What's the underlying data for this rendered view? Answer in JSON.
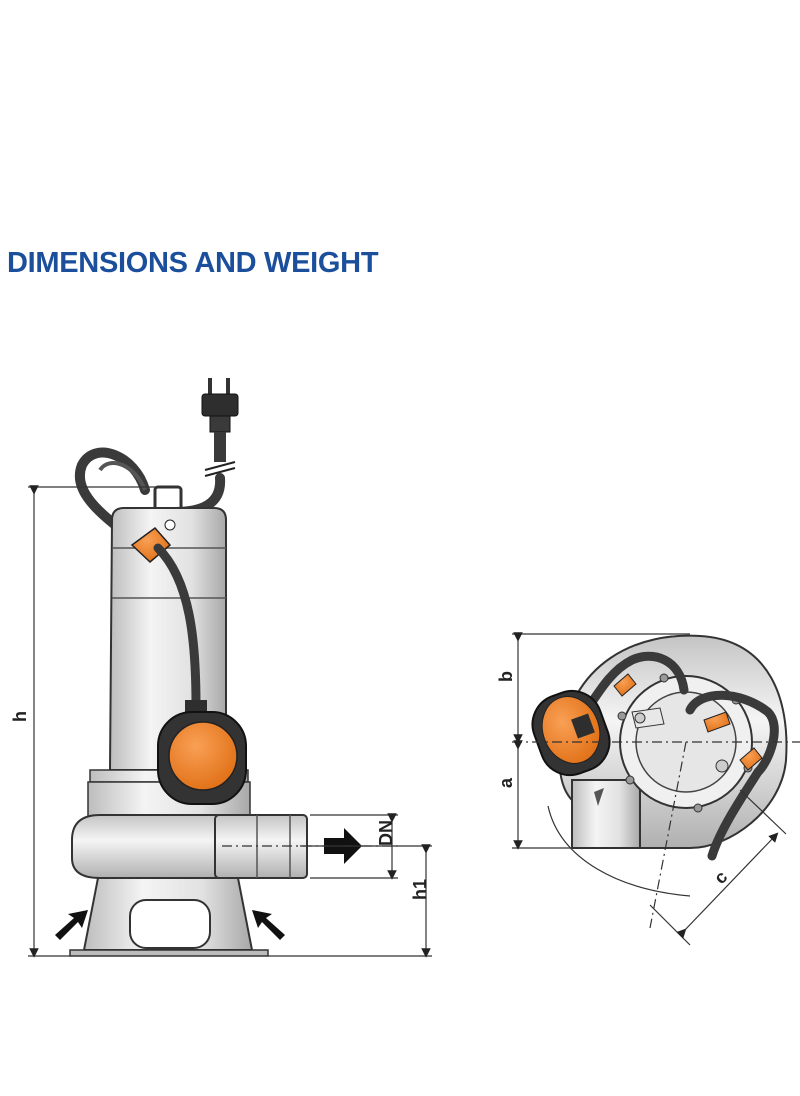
{
  "title": "DIMENSIONS AND WEIGHT",
  "labels": {
    "h": "h",
    "h1": "h1",
    "dn": "DN",
    "a": "a",
    "b": "b",
    "c": "c"
  },
  "colors": {
    "title": "#1b4f9c",
    "accent_orange": "#ef7d22",
    "body_gray": "#dcdcdc",
    "outline": "#2a2a2a",
    "cable": "#3a3a3a"
  }
}
